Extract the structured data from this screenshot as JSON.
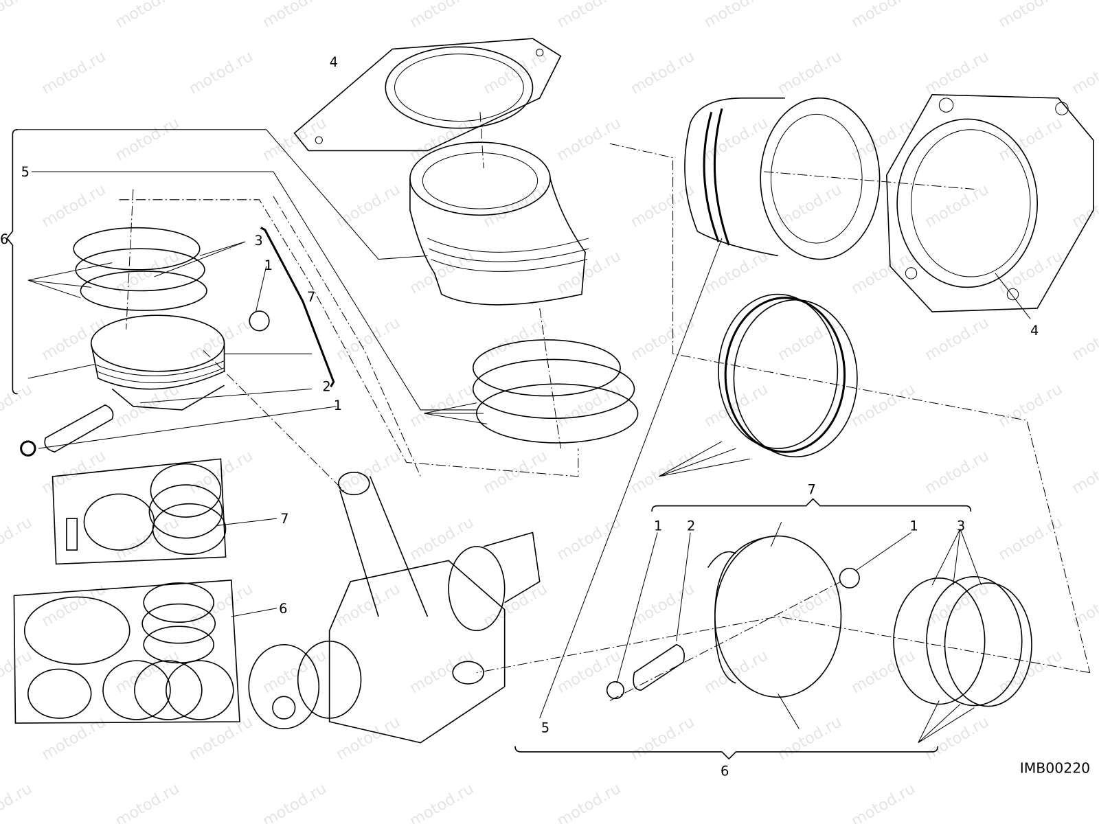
{
  "diagram": {
    "code": "IMB00220",
    "watermark": "motod.ru",
    "labels": {
      "gasket_left": "4",
      "cylinder_left": "5",
      "assembly_left": "6",
      "rings_left": "3",
      "circlip_left_top": "1",
      "kit_left": "7",
      "pin_left": "2",
      "circlip_left_bottom": "1",
      "kit_box_7": "7",
      "kit_box_6": "6",
      "gasket_right": "4",
      "kit_right": "7",
      "circlip_right_a": "1",
      "pin_right": "2",
      "circlip_right_b": "1",
      "rings_right": "3",
      "cylinder_right": "5",
      "assembly_right": "6"
    }
  }
}
